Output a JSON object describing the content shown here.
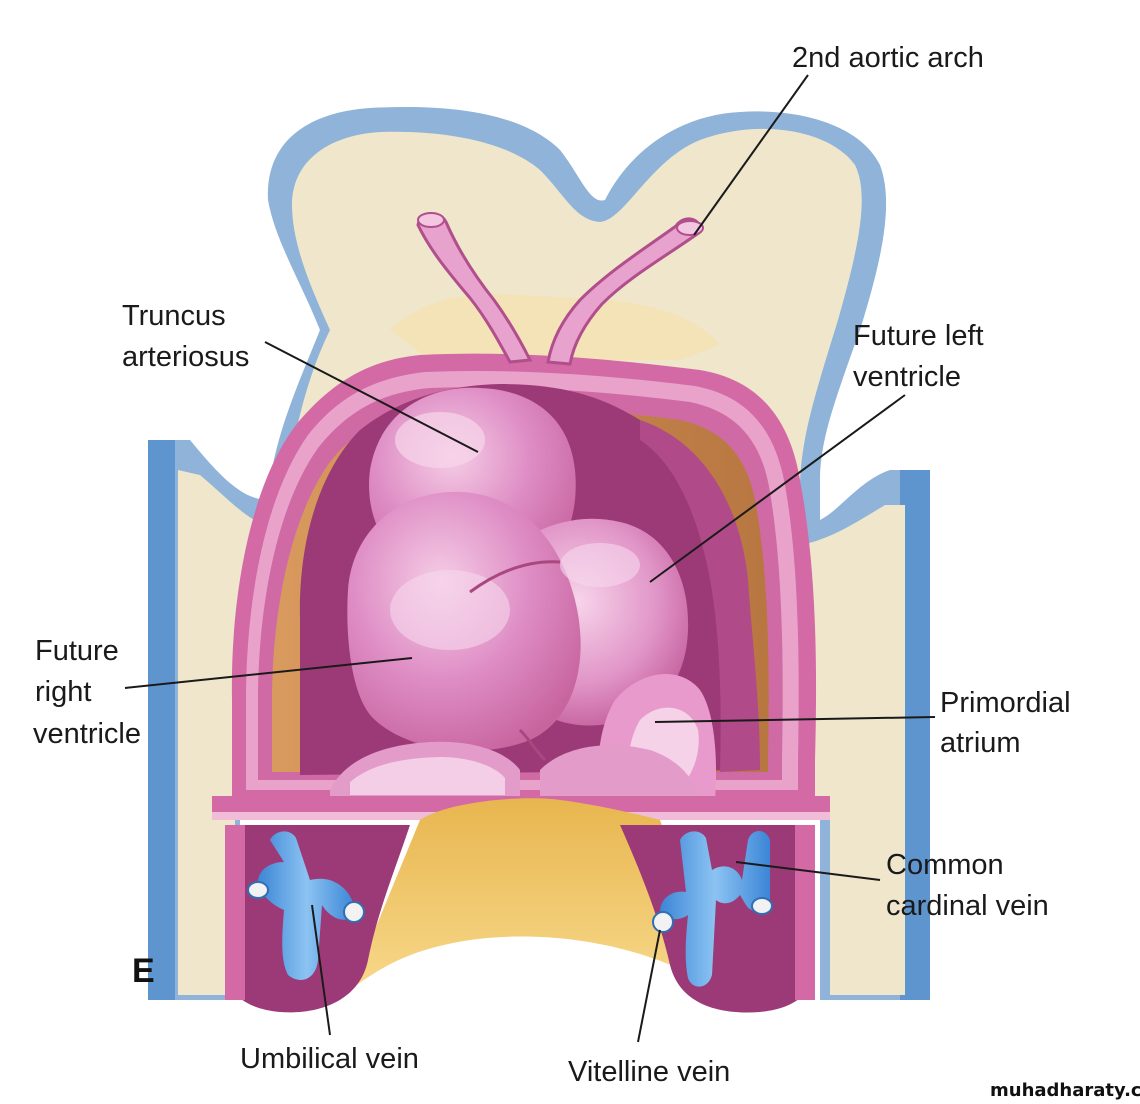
{
  "panel_letter": "E",
  "labels": {
    "aortic_arch": "2nd aortic arch",
    "truncus_1": "Truncus",
    "truncus_2": "arteriosus",
    "left_ventricle_1": "Future left",
    "left_ventricle_2": "ventricle",
    "right_ventricle_1": "Future",
    "right_ventricle_2": "right",
    "right_ventricle_3": "ventricle",
    "atrium_1": "Primordial",
    "atrium_2": "atrium",
    "cardinal_1": "Common",
    "cardinal_2": "cardinal vein",
    "umbilical": "Umbilical vein",
    "vitelline": "Vitelline vein"
  },
  "watermark": "muhadharaty.com",
  "colors": {
    "body_wall_blue": "#8fb3d9",
    "mesoderm_cream": "#efe6cc",
    "pericardium_pink": "#d36aa6",
    "heart_pink": "#de8cc4",
    "heart_highlight": "#f3c6e2",
    "myocardium_purple": "#9c3a78",
    "cavity_brown": "#c98a4e",
    "yolk_yellow": "#f2c462",
    "vein_blue": "#4e97dd"
  }
}
